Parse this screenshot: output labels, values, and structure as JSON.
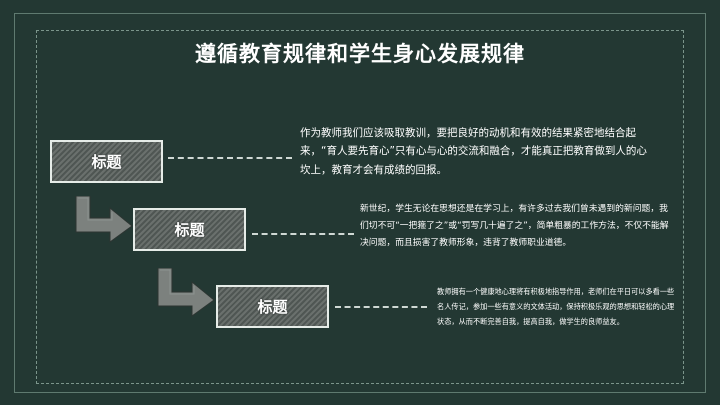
{
  "slide": {
    "title": "遵循教育规律和学生身心发展规律",
    "steps": [
      {
        "label": "标题",
        "text": "作为教师我们应该吸取教训，要把良好的动机和有效的结果紧密地结合起来，“育人要先育心”只有心与心的交流和融合，才能真正把教育做到人的心坎上，教育才会有成绩的回报。"
      },
      {
        "label": "标题",
        "text": "新世纪，学生无论在思想还是在学习上，有许多过去我们曾未遇到的新问题，我们切不可“一把箍了之”或“罚写几十遍了之”，简单粗暴的工作方法，不仅不能解决问题，而且损害了教师形象，违背了教师职业道德。"
      },
      {
        "label": "标题",
        "text": "教师拥有一个健康地心理将有积极地指导作用，老师们在平日可以多看一些名人传记，参加一些有意义的文体活动，保持积极乐观的思想和轻松的心理状态，从而不断完善自我，提高自我，做学生的良师益友。"
      }
    ],
    "colors": {
      "background": "#233833",
      "text": "#ffffff",
      "arrow": "#8a8f8c"
    }
  }
}
